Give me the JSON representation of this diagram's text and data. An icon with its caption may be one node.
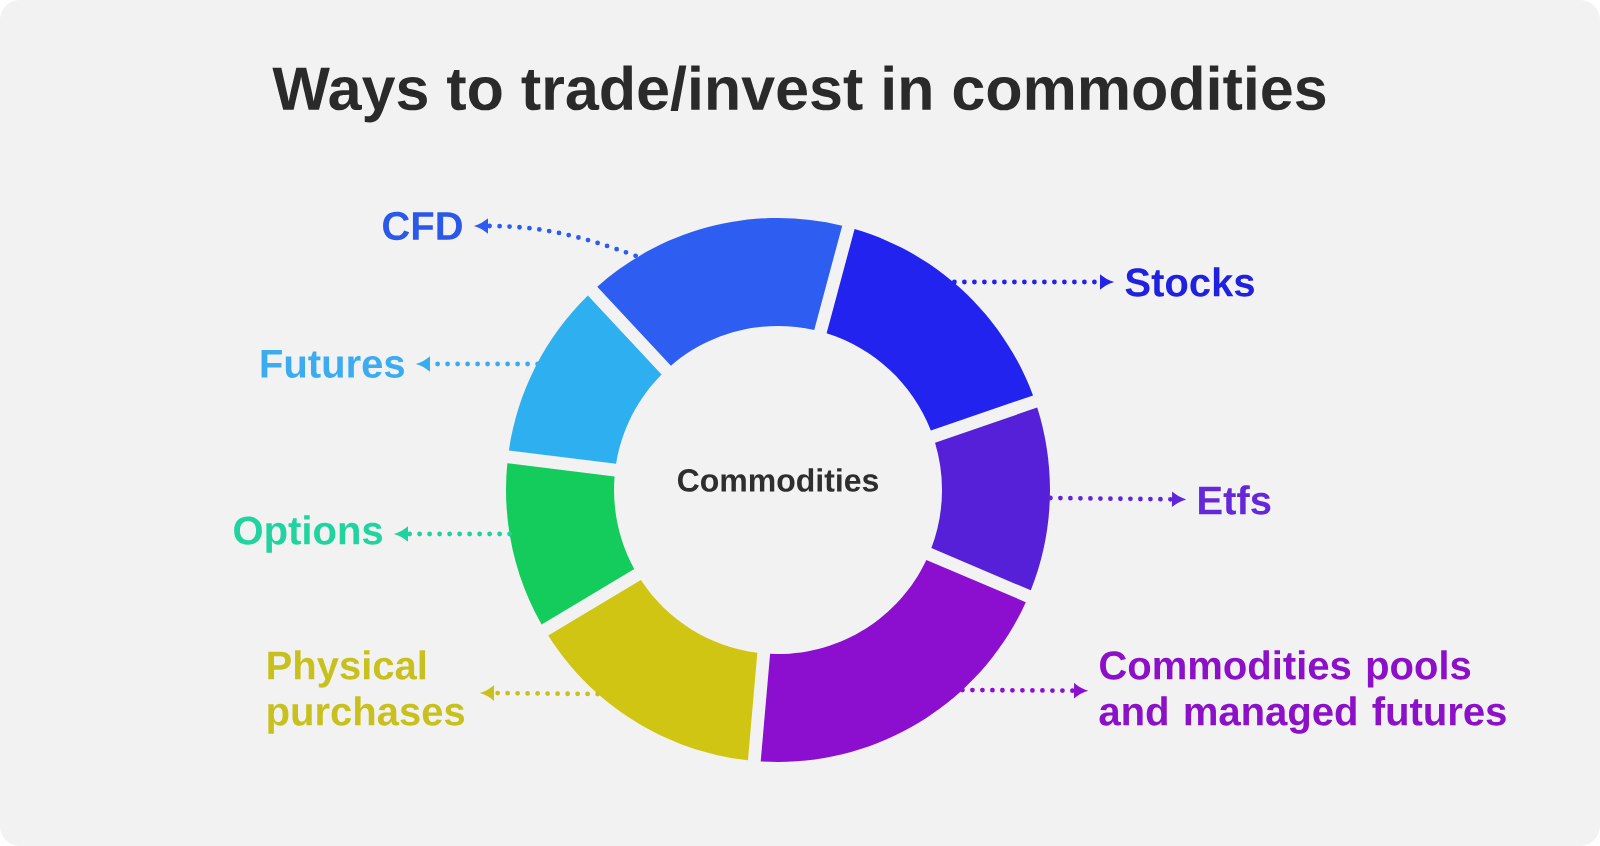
{
  "diagram": {
    "title": "Ways to trade/invest in commodities",
    "nodes": [
      {
        "text": [
          "CFD"
        ]
      },
      {
        "text": [
          "Stocks"
        ]
      },
      {
        "text": [
          "Futures"
        ]
      },
      {
        "text": [
          "Etfs"
        ]
      },
      {
        "text": [
          "Options"
        ]
      },
      {
        "text": [
          "Physical purchases"
        ]
      },
      {
        "text": [
          "Commodities pools and managed futures"
        ]
      },
      {
        "text": [],
        "shape": "segment"
      },
      {
        "text": [],
        "shape": "segment"
      },
      {
        "text": [],
        "shape": "segment"
      },
      {
        "text": [],
        "shape": "segment"
      },
      {
        "text": [],
        "shape": "segment"
      },
      {
        "text": [],
        "shape": "segment"
      },
      {
        "text": [],
        "shape": "segment"
      }
    ],
    "edges": [
      {
        "from": 7,
        "to": 0,
        "arrow": "to",
        "color": "#2d5cf0"
      },
      {
        "from": 8,
        "to": 1,
        "arrow": "to",
        "color": "#2222e8"
      },
      {
        "from": 9,
        "to": 2,
        "arrow": "to",
        "color": "#38acf0"
      },
      {
        "from": 10,
        "to": 3,
        "arrow": "to",
        "color": "#5e26d8"
      },
      {
        "from": 11,
        "to": 4,
        "arrow": "to",
        "color": "#1fd2a0"
      },
      {
        "from": 12,
        "to": 5,
        "arrow": "to",
        "color": "#c9c11a"
      },
      {
        "from": 13,
        "to": 6,
        "arrow": "to",
        "color": "#8c10cc"
      }
    ],
    "labels": [
      "Commodities"
    ]
  }
}
